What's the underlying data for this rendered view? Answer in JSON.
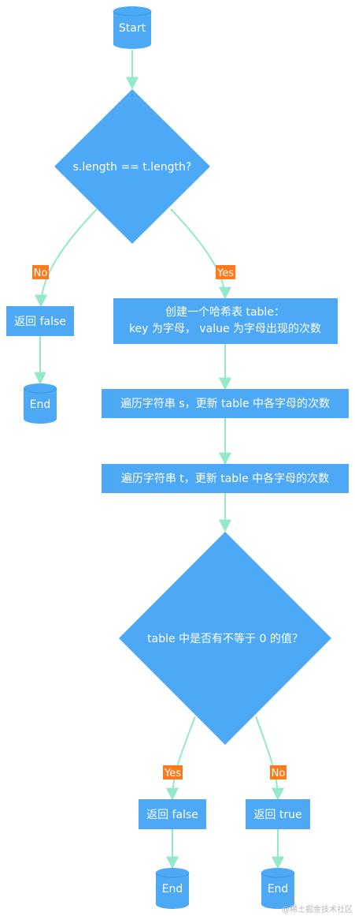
{
  "colors": {
    "node_fill": "#4da9f5",
    "edge": "#94e9c8",
    "label_bg": "#ff7a1a",
    "text": "#ffffff"
  },
  "nodes": {
    "start": "Start",
    "length_check": "s.length == t.length?",
    "return_false_1": "返回 false",
    "end_1": "End",
    "create_table_line1": "创建一个哈希表 table：",
    "create_table_line2": "key 为字母， value 为字母出现的次数",
    "iterate_s": "遍历字符串 s，更新 table 中各字母的次数",
    "iterate_t": "遍历字符串 t，更新 table 中各字母的次数",
    "nonzero_check": "table 中是否有不等于 0 的值？",
    "return_false_2": "返回 false",
    "return_true": "返回 true",
    "end_2": "End",
    "end_3": "End"
  },
  "edge_labels": {
    "length_no": "No",
    "length_yes": "Yes",
    "nonzero_yes": "Yes",
    "nonzero_no": "No"
  },
  "watermark": "@稀土掘金技术社区"
}
